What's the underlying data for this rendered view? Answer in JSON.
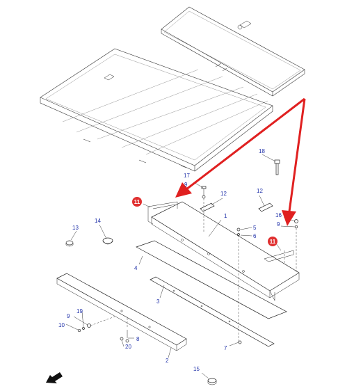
{
  "part_labels": [
    "1",
    "2",
    "3",
    "4",
    "5",
    "6",
    "7",
    "8",
    "9",
    "9",
    "9",
    "10",
    "12",
    "12",
    "13",
    "14",
    "15",
    "16",
    "17",
    "18",
    "19",
    "20"
  ],
  "callouts": [
    "11",
    "11"
  ],
  "colors": {
    "label": "#2233aa",
    "callout": "#e03030",
    "arrow": "#e02020",
    "line": "#222222"
  },
  "icons": {
    "direction_arrow": "black-arrow-icon"
  }
}
